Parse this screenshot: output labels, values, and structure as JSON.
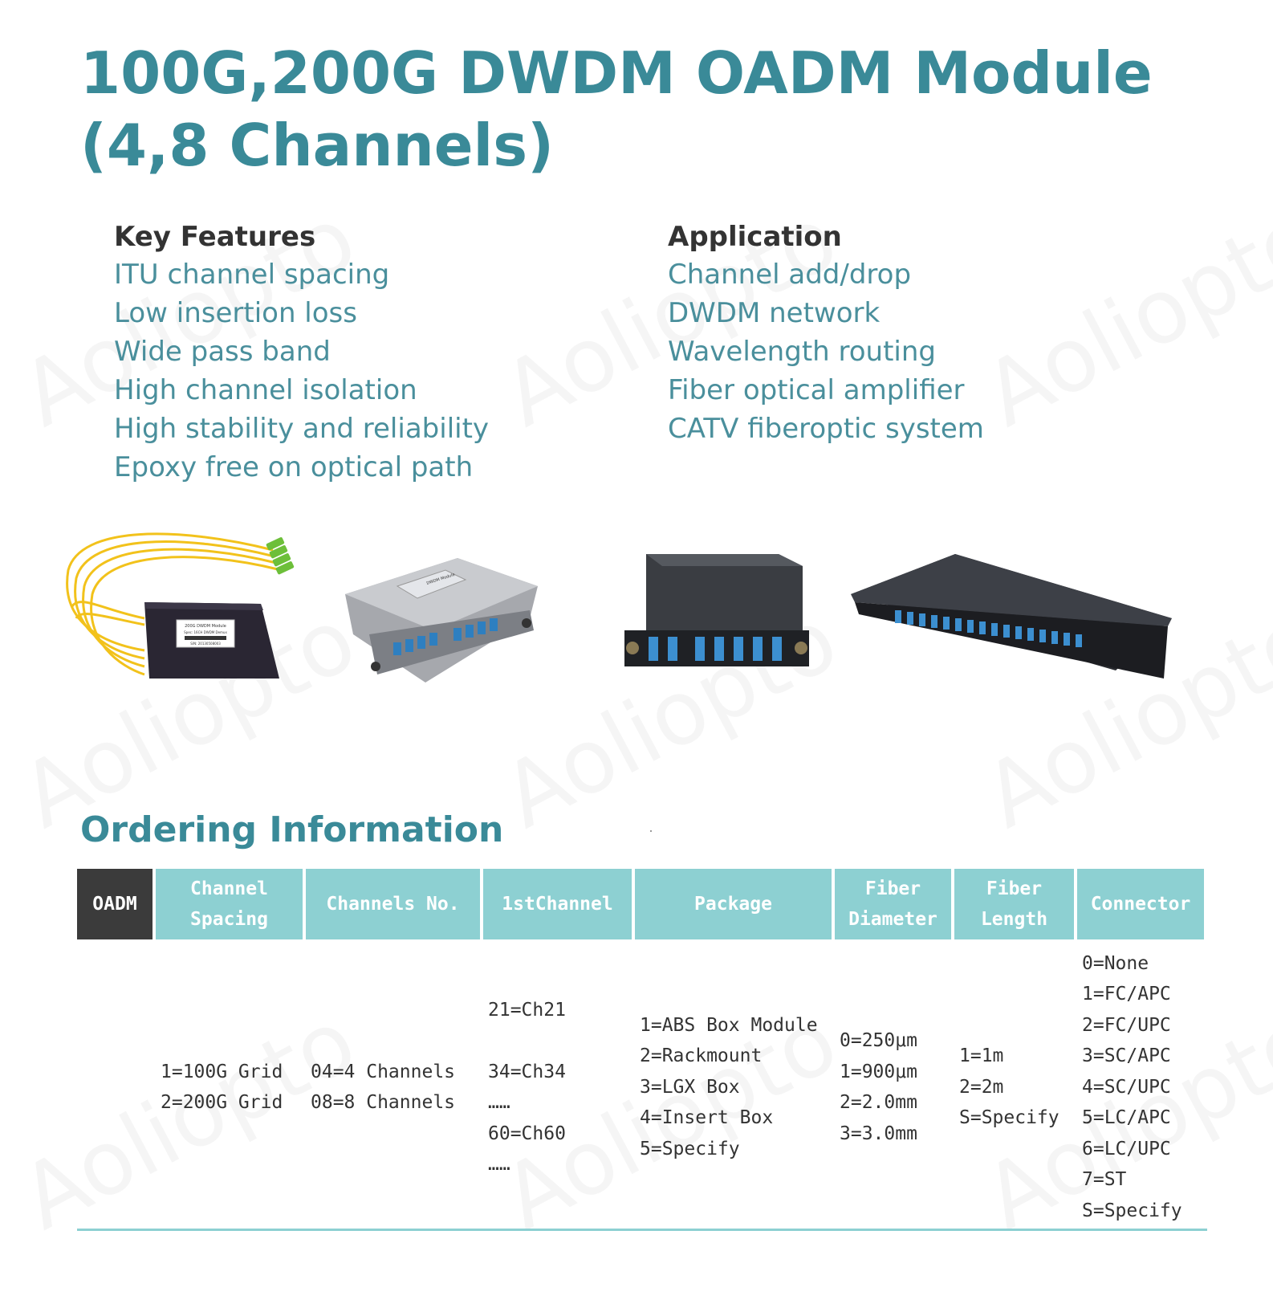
{
  "title": "100G,200G DWDM OADM Module (4,8 Channels)",
  "watermark": "Aoliopto",
  "key_features": {
    "heading": "Key Features",
    "items": [
      "ITU channel spacing",
      "Low insertion loss",
      "Wide pass band",
      "High channel isolation",
      "High stability and reliability",
      "Epoxy free on optical path"
    ]
  },
  "application": {
    "heading": "Application",
    "items": [
      "Channel add/drop",
      "DWDM network",
      "Wavelength routing",
      "Fiber optical amplifier",
      "CATV fiberoptic system"
    ]
  },
  "products": {
    "abs_label_line1": "200G DWDM Module",
    "abs_label_line2": "Spec: 16CH DWDM Demux",
    "abs_label_line3": "S/N: 20130508003",
    "lgx_label": "DWDM Module"
  },
  "ordering": {
    "title": "Ordering Information",
    "headers": [
      "OADM",
      "Channel\nSpacing",
      "Channels No.",
      "1stChannel",
      "Package",
      "Fiber\nDiameter",
      "Fiber\nLength",
      "Connector"
    ],
    "values": [
      "",
      "1=100G Grid\n2=200G Grid",
      "04=4 Channels\n08=8 Channels",
      "21=Ch21\n\n34=Ch34\n……\n60=Ch60\n……",
      "1=ABS Box Module\n2=Rackmount\n3=LGX Box\n4=Insert Box\n5=Specify",
      "0=250μm\n1=900μm\n2=2.0mm\n3=3.0mm",
      "1=1m\n2=2m\nS=Specify",
      "0=None\n1=FC/APC\n2=FC/UPC\n3=SC/APC\n4=SC/UPC\n5=LC/APC\n6=LC/UPC\n7=ST\nS=Specify"
    ]
  },
  "colors": {
    "title": "#3a8a98",
    "feature_text": "#4a8f9c",
    "header_bg": "#8dd0d2",
    "oadm_bg": "#3b3b3b"
  }
}
